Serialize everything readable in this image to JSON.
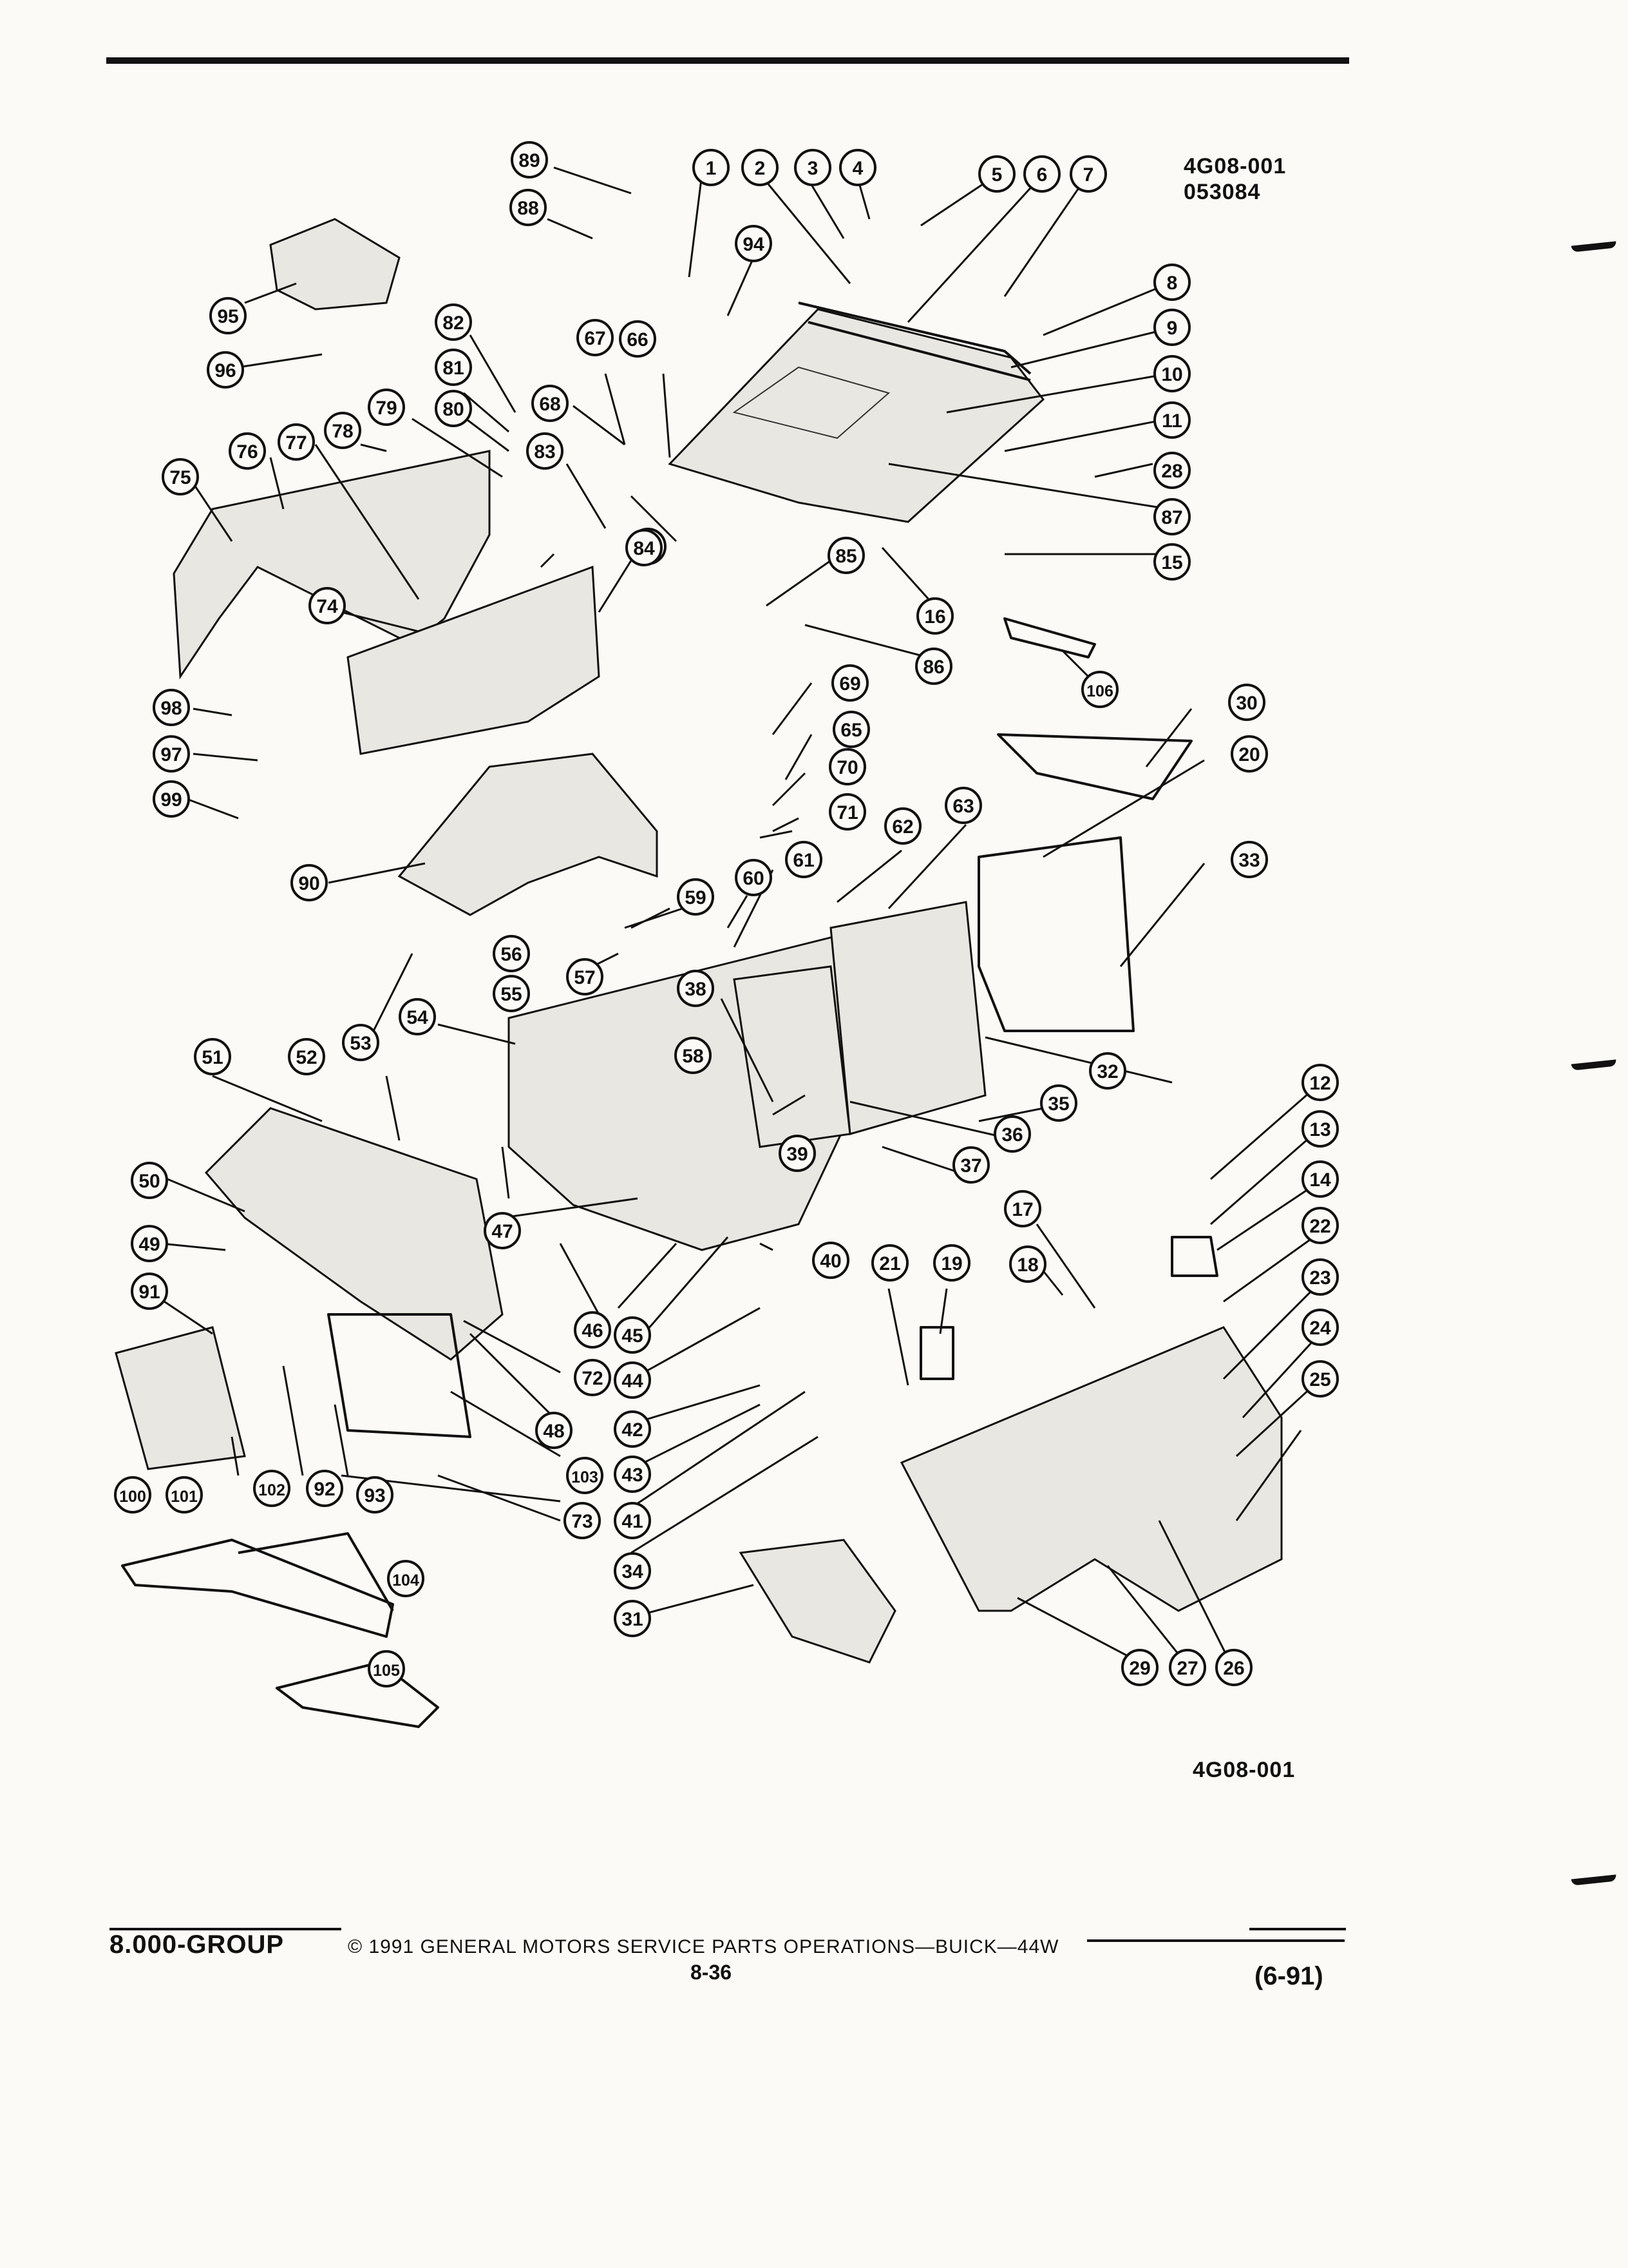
{
  "figure": {
    "code_top_line1": "4G08-001",
    "code_top_line2": "053084",
    "code_bottom": "4G08-001"
  },
  "callouts": [
    "1",
    "2",
    "3",
    "4",
    "5",
    "6",
    "7",
    "8",
    "9",
    "10",
    "11",
    "12",
    "13",
    "14",
    "15",
    "16",
    "17",
    "18",
    "19",
    "20",
    "21",
    "22",
    "23",
    "24",
    "25",
    "26",
    "27",
    "28",
    "29",
    "30",
    "31",
    "32",
    "33",
    "34",
    "35",
    "36",
    "37",
    "38",
    "39",
    "40",
    "41",
    "42",
    "43",
    "44",
    "45",
    "46",
    "47",
    "48",
    "49",
    "50",
    "51",
    "52",
    "53",
    "54",
    "55",
    "56",
    "57",
    "58",
    "59",
    "60",
    "61",
    "62",
    "63",
    "64",
    "65",
    "66",
    "67",
    "68",
    "69",
    "70",
    "71",
    "72",
    "73",
    "74",
    "75",
    "76",
    "77",
    "78",
    "79",
    "80",
    "81",
    "82",
    "83",
    "84",
    "85",
    "86",
    "87",
    "88",
    "89",
    "90",
    "91",
    "92",
    "93",
    "94",
    "95",
    "96",
    "97",
    "98",
    "99",
    "100",
    "101",
    "102",
    "103",
    "104",
    "105",
    "106"
  ],
  "footer": {
    "group": "8.000-GROUP",
    "copyright": "© 1991 GENERAL MOTORS SERVICE PARTS OPERATIONS—BUICK—44W",
    "page": "8-36",
    "date": "(6-91)"
  }
}
